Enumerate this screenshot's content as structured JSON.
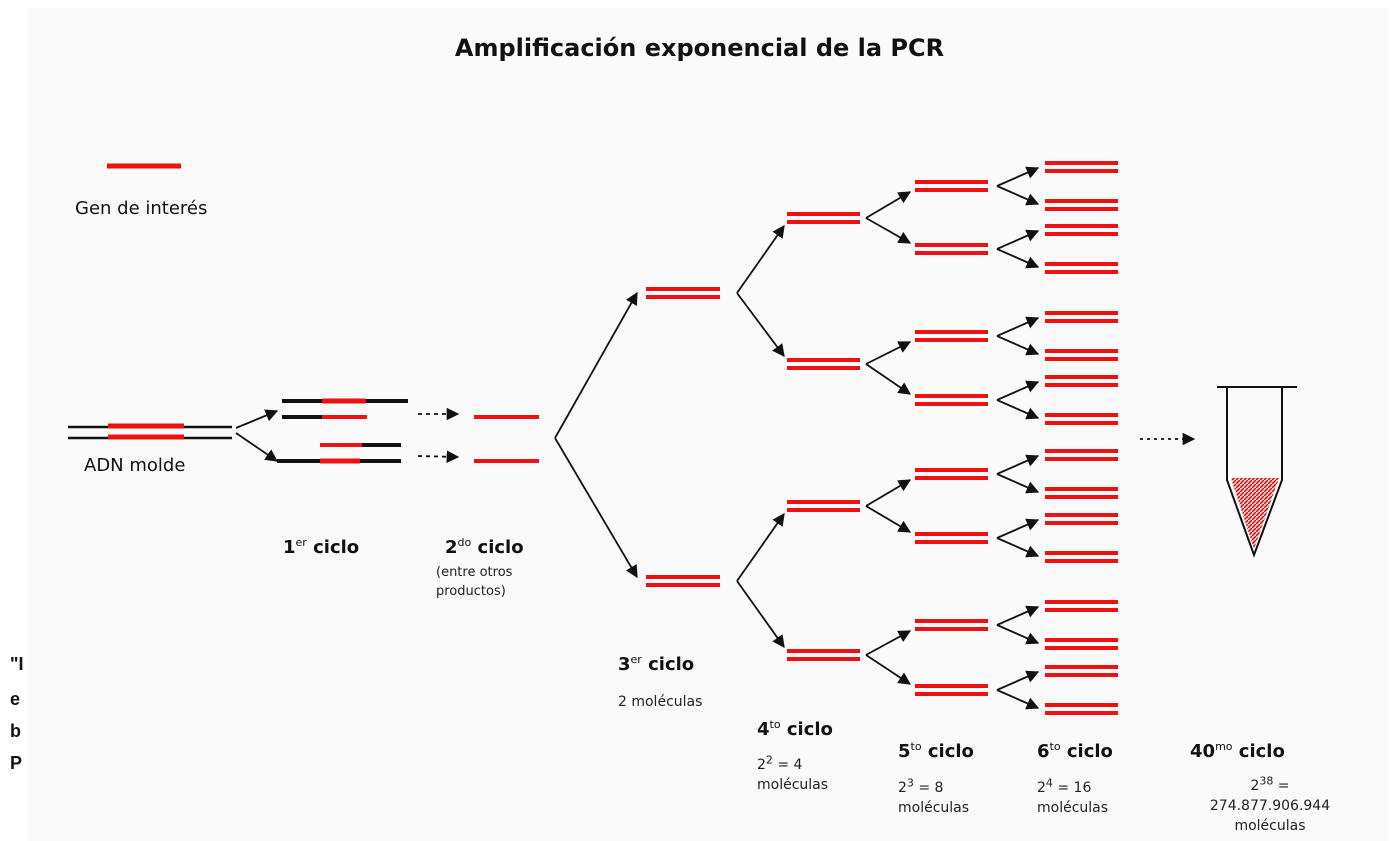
{
  "title": "Amplificación exponencial de la PCR",
  "legend": {
    "label": "Gen de interés"
  },
  "template_label": "ADN molde",
  "cycles": [
    {
      "num": "1",
      "sup": "er",
      "word": "ciclo",
      "note": ""
    },
    {
      "num": "2",
      "sup": "do",
      "word": "ciclo",
      "note_l1": "(entre otros",
      "note_l2": "productos)"
    },
    {
      "num": "3",
      "sup": "er",
      "word": "ciclo",
      "note": "2 moléculas"
    },
    {
      "num": "4",
      "sup": "to",
      "word": "ciclo",
      "base": "2",
      "exp": "2",
      "eq": " = 4",
      "unit": "moléculas"
    },
    {
      "num": "5",
      "sup": "to",
      "word": "ciclo",
      "base": "2",
      "exp": "3",
      "eq": " = 8",
      "unit": "moléculas"
    },
    {
      "num": "6",
      "sup": "to",
      "word": "ciclo",
      "base": "2",
      "exp": "4",
      "eq": " = 16",
      "unit": "moléculas"
    },
    {
      "num": "40",
      "sup": "mo",
      "word": "ciclo",
      "base": "2",
      "exp": "38",
      "eq": " =",
      "value": "274.877.906.944",
      "unit": "moléculas"
    }
  ],
  "side_fragment": [
    "\"I",
    "e",
    "b",
    "P"
  ],
  "colors": {
    "gene": "#ee1111",
    "dna": "#111111",
    "tube_fill": "#cc2222"
  }
}
